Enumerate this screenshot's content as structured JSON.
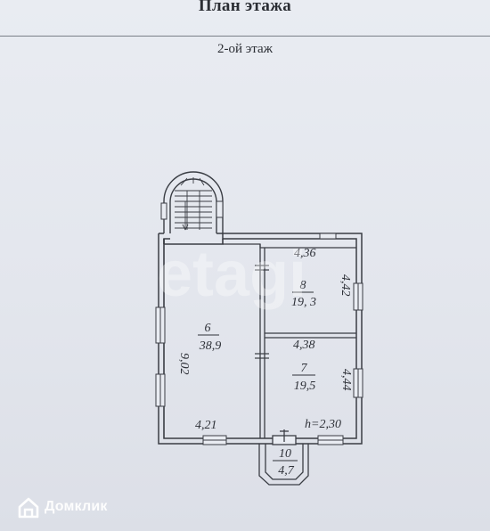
{
  "document": {
    "title": "План этажа",
    "floor": "2-ой этаж"
  },
  "rooms": [
    {
      "number": "6",
      "area": "38,9"
    },
    {
      "number": "8",
      "area": "19, 3"
    },
    {
      "number": "7",
      "area": "19,5"
    },
    {
      "number": "10",
      "area": "4,7"
    }
  ],
  "dimensions": {
    "room6_height": "9,02",
    "room6_width": "4,21",
    "room8_width": "4,36",
    "room8_height": "4,42",
    "room7_width": "4,38",
    "room7_height": "4,44",
    "ceiling_height": "h=2,30"
  },
  "watermark": {
    "brand": "Домклик",
    "overlay": "etagi"
  }
}
